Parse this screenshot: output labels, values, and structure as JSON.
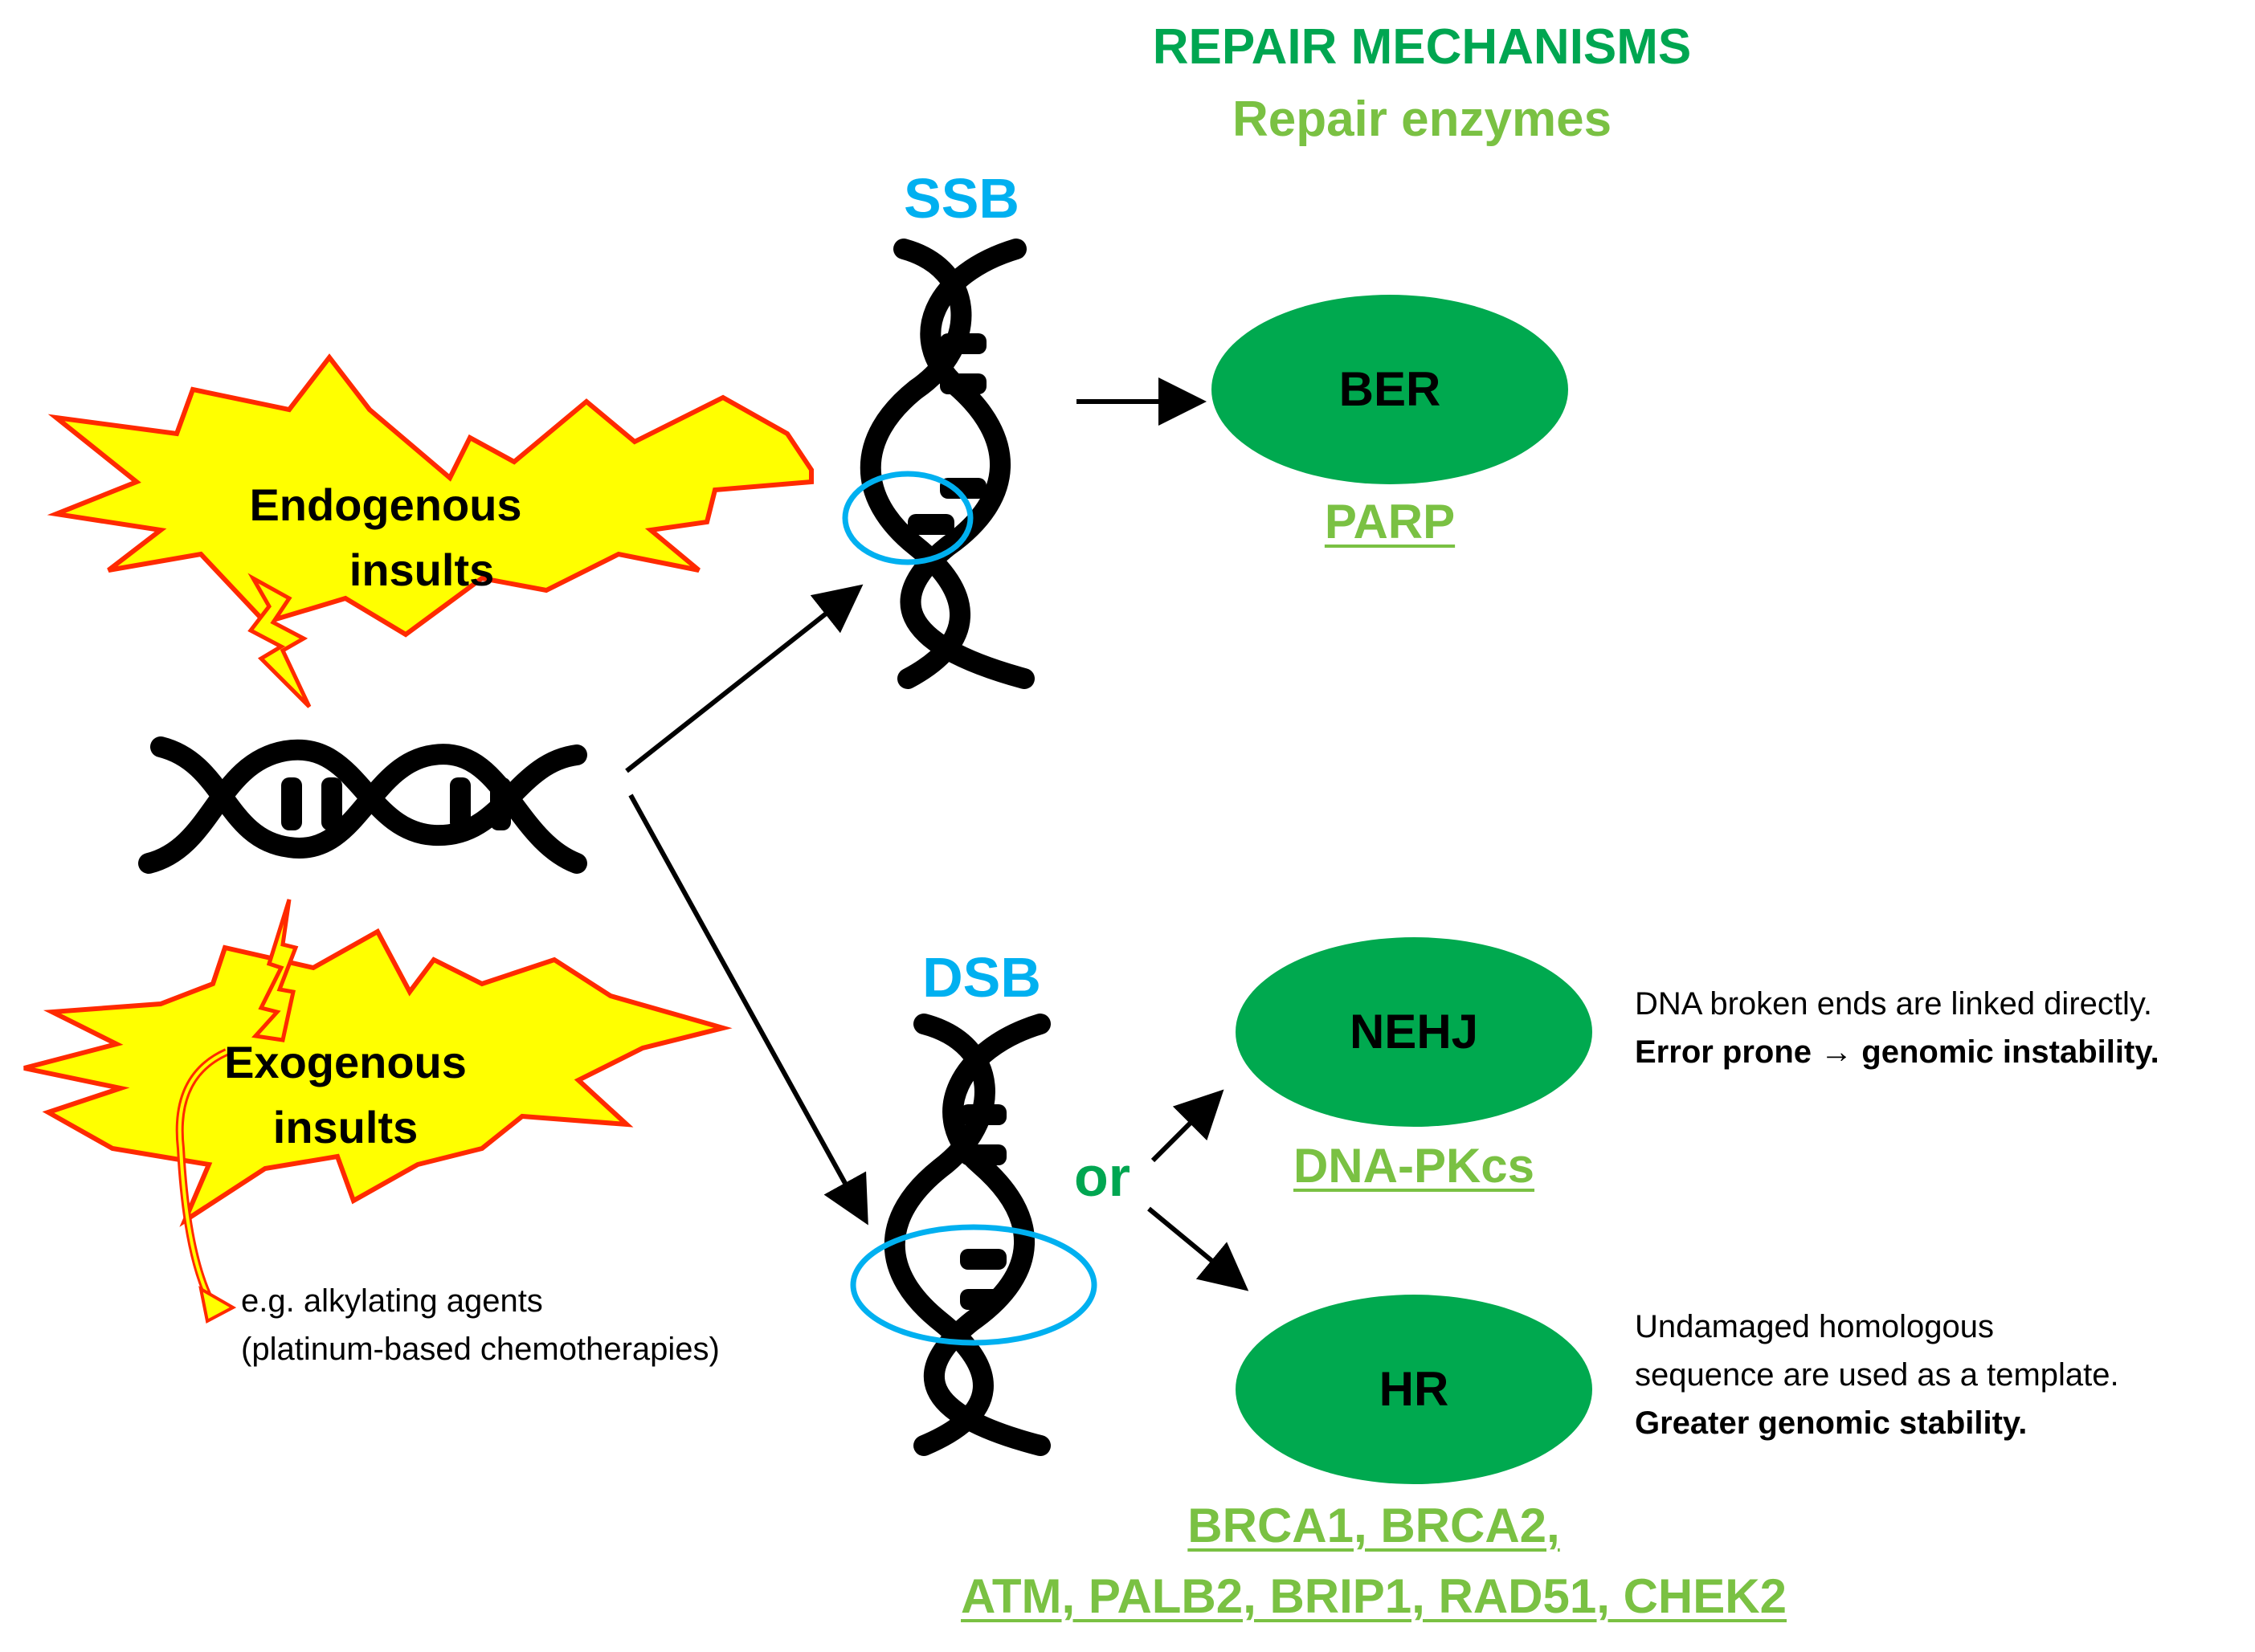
{
  "header": {
    "title": "REPAIR MECHANISMS",
    "subtitle": "Repair enzymes"
  },
  "insults": {
    "endogenous": [
      "Endogenous",
      "insults"
    ],
    "exogenous": [
      "Exogenous",
      "insults"
    ],
    "example": [
      "e.g. alkylating agents",
      "(platinum-based chemotherapies)"
    ]
  },
  "breaks": {
    "ssb": "SSB",
    "dsb": "DSB",
    "or": "or"
  },
  "mechanisms": {
    "ber": {
      "label": "BER",
      "enzymes": "PARP"
    },
    "nehj": {
      "label": "NEHJ",
      "enzymes": "DNA-PKcs"
    },
    "hr": {
      "label": "HR",
      "enzymes": [
        "BRCA1, BRCA2,",
        "ATM, PALB2, BRIP1, RAD51, CHEK2"
      ]
    }
  },
  "notes": {
    "nehj": {
      "line1": "DNA broken ends are linked directly.",
      "line2_a": "Error prone",
      "arrow": "→",
      "line2_b": "genomic instability."
    },
    "hr": {
      "line1": "Undamaged homologous",
      "line2": "sequence are used as a template.",
      "line3": "Greater genomic stability."
    }
  },
  "colors": {
    "title_green": "#00a651",
    "enzyme_green": "#7ac143",
    "ellipse_green": "#00a94f",
    "break_blue": "#00b0f0",
    "burst_fill": "#ffff00",
    "burst_stroke": "#ff2a00",
    "dna": "#000000"
  },
  "icons": [
    "dna-helix-icon",
    "starburst-icon",
    "lightning-bolt-icon"
  ]
}
